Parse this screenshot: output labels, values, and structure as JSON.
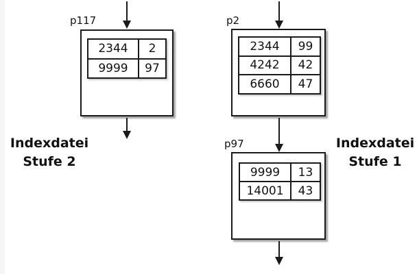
{
  "colors": {
    "background": "#ffffff",
    "line": "#1a1a1a",
    "text": "#111111",
    "box_fill": "#ffffff"
  },
  "captions": {
    "left": {
      "line1": "Indexdatei",
      "line2": "Stufe 2"
    },
    "right": {
      "line1": "Indexdatei",
      "line2": "Stufe 1"
    }
  },
  "nodes": {
    "p117": {
      "label": "p117",
      "rows": [
        {
          "key": "2344",
          "ptr": "2"
        },
        {
          "key": "9999",
          "ptr": "97"
        }
      ]
    },
    "p2": {
      "label": "p2",
      "rows": [
        {
          "key": "2344",
          "ptr": "99"
        },
        {
          "key": "4242",
          "ptr": "42"
        },
        {
          "key": "6660",
          "ptr": "47"
        }
      ]
    },
    "p97": {
      "label": "p97",
      "rows": [
        {
          "key": "9999",
          "ptr": "13"
        },
        {
          "key": "14001",
          "ptr": "43"
        }
      ]
    }
  }
}
